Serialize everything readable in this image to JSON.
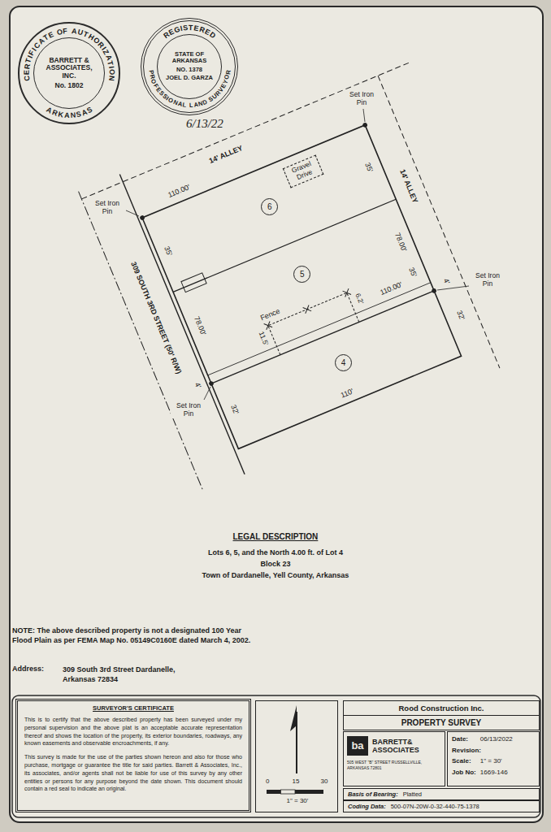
{
  "diagram": {
    "nodes": [
      {
        "text": [
          "CERTIFICATE OF AUTHORIZATION",
          "BARRETT & ASSOCIATES, INC.",
          "No. 1802",
          "ARKANSAS"
        ]
      },
      {
        "text": [
          "REGISTERED",
          "STATE OF ARKANSAS",
          "NO. 1378",
          "JOEL D. GARZA",
          "PROFESSIONAL LAND SURVEYOR"
        ]
      },
      {
        "text": [
          "Gravel Drive"
        ]
      },
      {
        "text": [
          "6"
        ]
      },
      {
        "text": [
          "5"
        ]
      },
      {
        "text": [
          "4"
        ]
      },
      {
        "text": [
          "SURVEYOR'S CERTIFICATE",
          "This is to certify that the above described property has been surveyed under my personal supervision and the above plat is an acceptable accurate representation thereof and shows the location of the property, its exterior boundaries, roadways, any known easements and observable encroachments, if any.",
          "This survey is made for the use of the parties shown hereon and also for those who purchase, mortgage or guarantee the title for said parties. Barrett & Associates, Inc., its associates, and/or agents shall not be liable for use of this survey by any other entities or persons for any purpose beyond the date shown. This document should contain a red seal to indicate an original."
        ]
      },
      {
        "text": [
          "0",
          "15",
          "30",
          "1\" = 30'"
        ]
      },
      {
        "text": [
          "Rood Construction Inc.",
          "PROPERTY SURVEY"
        ]
      },
      {
        "text": [
          "ba",
          "BARRETT& ASSOCIATES",
          "505 WEST \"B\" STREET RUSSELLVILLE, ARKANSAS 72801"
        ]
      },
      {
        "text": [
          "Date:",
          "06/13/2022",
          "Revision:",
          "Scale:",
          "1\" = 30'",
          "Job No:",
          "1669-146"
        ]
      },
      {
        "text": [
          "Basis of Bearing:",
          "Platted"
        ]
      },
      {
        "text": [
          "Coding Data:",
          "500-07N-20W-0-32-440-75-1378"
        ]
      }
    ],
    "labels": [
      "6/13/22",
      "14' ALLEY",
      "14' ALLEY",
      "Set Iron Pin",
      "Set Iron Pin",
      "Set Iron Pin",
      "Set Iron Pin",
      "110.00'",
      "35'",
      "78.00'",
      "35'",
      "4'",
      "32'",
      "35'",
      "78.00'",
      "4'",
      "32'",
      "309 SOUTH 3RD STREET (50' R/W)",
      "Fence",
      "11.5'",
      "6.2'",
      "110.00'",
      "110'",
      "LEGAL DESCRIPTION",
      "Lots 6, 5, and the North 4.00 ft. of Lot 4",
      "Block 23",
      "Town of Dardanelle, Yell County, Arkansas",
      "NOTE: The above described property is not a designated 100 Year Flood Plain as per FEMA Map No. 05149C0160E dated March 4, 2002.",
      "Address:",
      "309 South 3rd Street Dardanelle, Arkansas 72834"
    ]
  }
}
